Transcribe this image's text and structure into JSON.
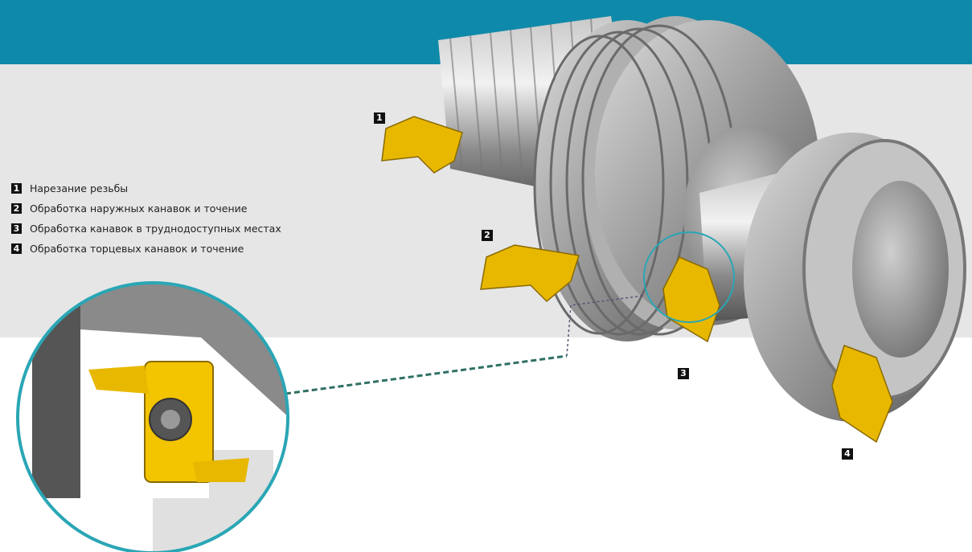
{
  "legend": {
    "items": [
      {
        "num": "1",
        "label": "Нарезание резьбы"
      },
      {
        "num": "2",
        "label": "Обработка наружных канавок и точение"
      },
      {
        "num": "3",
        "label": "Обработка канавок в труднодоступных местах"
      },
      {
        "num": "4",
        "label": "Обработка торцевых канавок и точение"
      }
    ]
  },
  "callouts": [
    "1",
    "2",
    "3",
    "4"
  ],
  "colors": {
    "header": "#0f89aa",
    "band": "#e6e6e6",
    "insert": "#e8b800",
    "ring": "#2aa6b5"
  }
}
